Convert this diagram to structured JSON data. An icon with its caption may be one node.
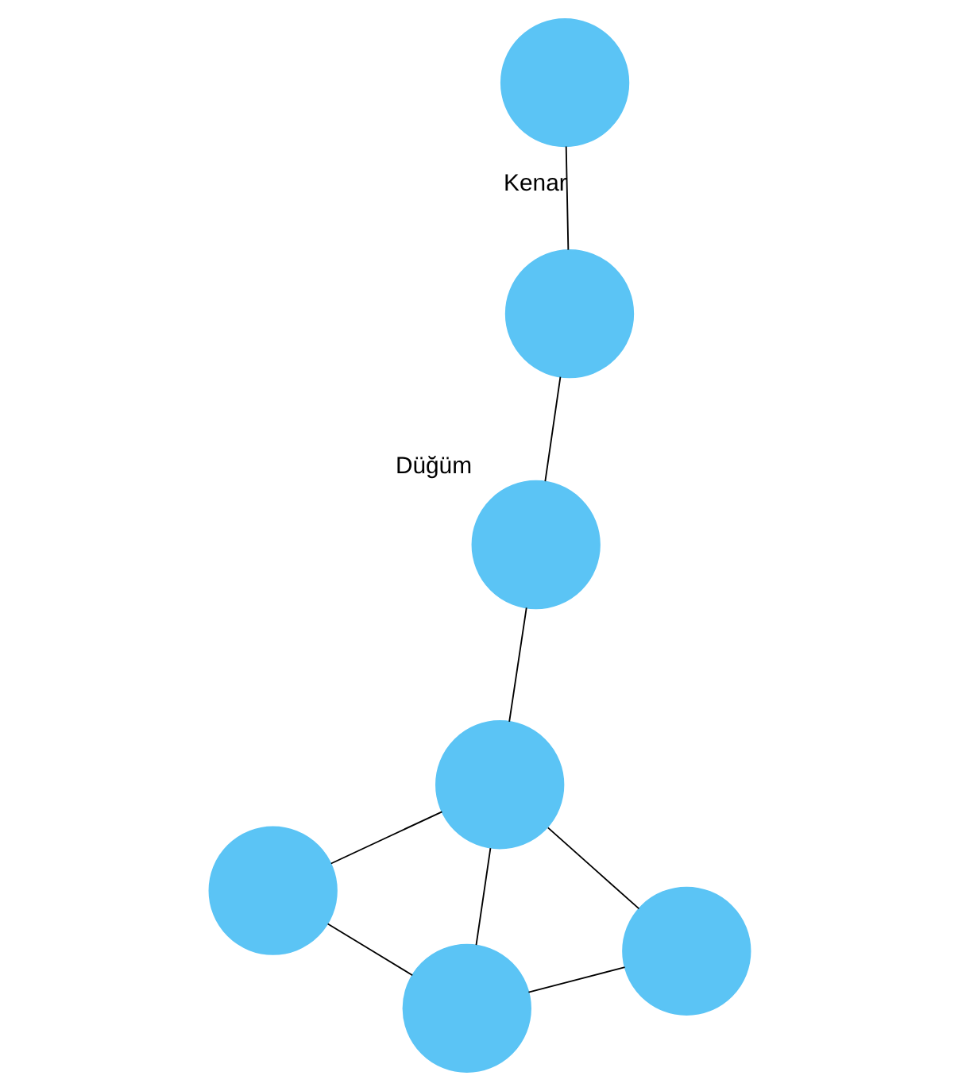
{
  "diagram": {
    "nodes": [
      {
        "text": [],
        "shape": "circle"
      },
      {
        "text": [],
        "shape": "circle"
      },
      {
        "text": [],
        "shape": "circle"
      },
      {
        "text": [],
        "shape": "circle",
        "beside": [
          "Düğüm"
        ]
      },
      {
        "text": [],
        "shape": "circle"
      },
      {
        "text": [],
        "shape": "circle"
      },
      {
        "text": [],
        "shape": "circle"
      }
    ],
    "edges": [
      {
        "from": 0,
        "to": 1,
        "arrow": "none",
        "label": "Kenar"
      },
      {
        "from": 1,
        "to": 3,
        "arrow": "none"
      },
      {
        "from": 2,
        "to": 4,
        "arrow": "none"
      },
      {
        "from": 2,
        "to": 5,
        "arrow": "none"
      },
      {
        "from": 4,
        "to": 3,
        "arrow": "none"
      },
      {
        "from": 4,
        "to": 5,
        "arrow": "none"
      },
      {
        "from": 4,
        "to": 6,
        "arrow": "none"
      },
      {
        "from": 5,
        "to": 6,
        "arrow": "none"
      }
    ]
  }
}
